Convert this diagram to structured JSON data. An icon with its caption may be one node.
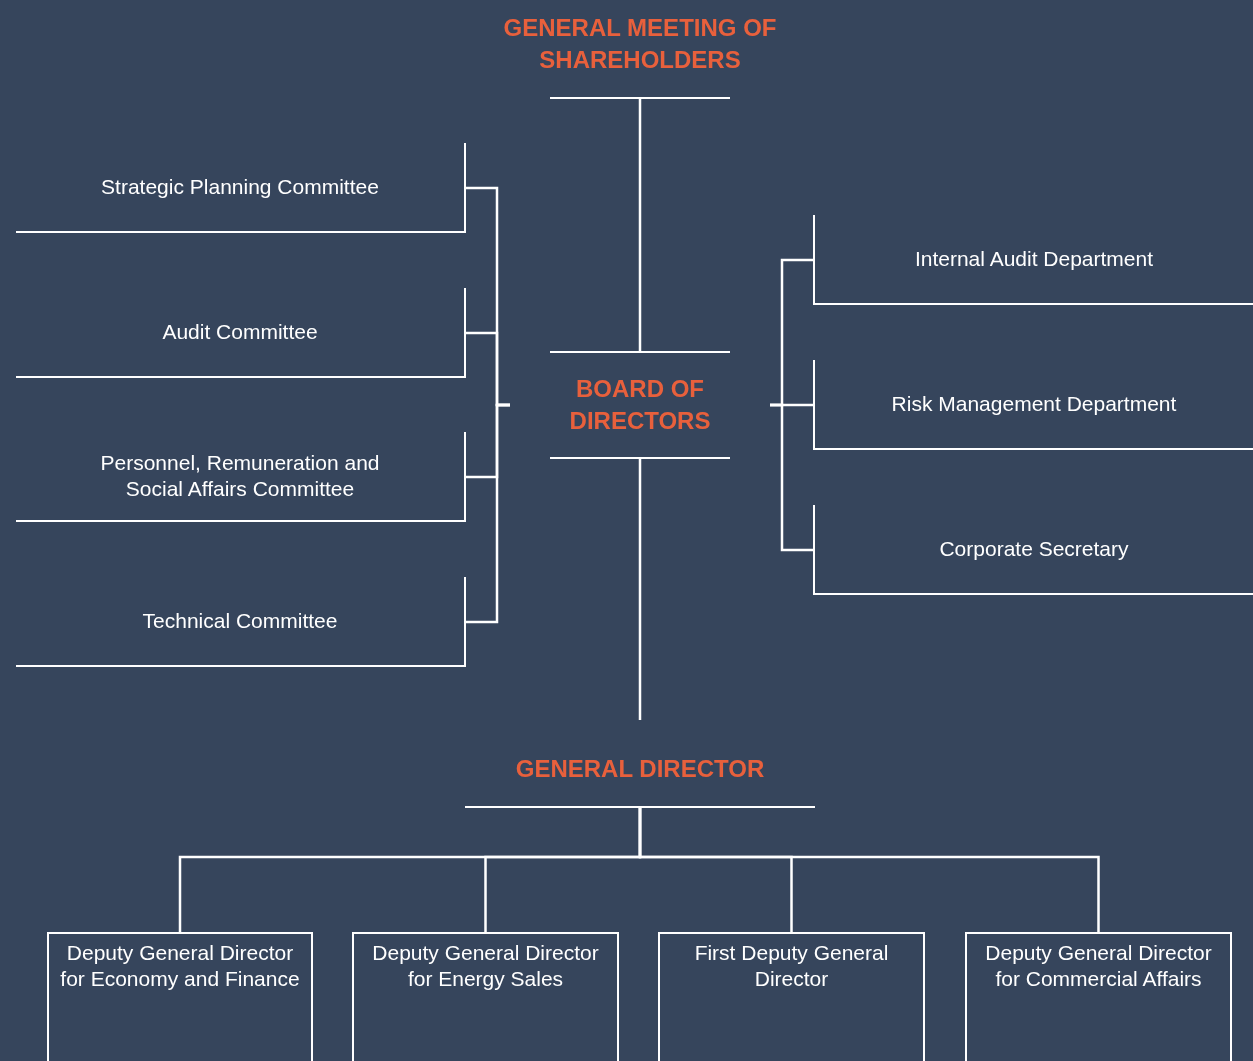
{
  "diagram": {
    "nodes": [
      {
        "text": [
          "GENERAL MEETING OF SHAREHOLDERS"
        ]
      },
      {
        "text": [
          "BOARD OF DIRECTORS"
        ]
      },
      {
        "text": [
          "GENERAL DIRECTOR"
        ]
      },
      {
        "text": [
          "Strategic Planning Committee"
        ]
      },
      {
        "text": [
          "Audit Committee"
        ]
      },
      {
        "text": [
          "Personnel, Remuneration and Social Affairs Committee"
        ]
      },
      {
        "text": [
          "Technical Committee"
        ]
      },
      {
        "text": [
          "Internal Audit Department"
        ]
      },
      {
        "text": [
          "Risk Management Department"
        ]
      },
      {
        "text": [
          "Corporate Secretary"
        ]
      },
      {
        "text": [
          "Deputy General Director for Economy and Finance"
        ]
      },
      {
        "text": [
          "Deputy General Director for Energy Sales"
        ]
      },
      {
        "text": [
          "First Deputy General Director"
        ]
      },
      {
        "text": [
          "Deputy General Director for Commercial Affairs"
        ]
      }
    ],
    "edges": [
      {
        "from": 0,
        "to": 1,
        "arrow": "none"
      },
      {
        "from": 1,
        "to": 3,
        "arrow": "none"
      },
      {
        "from": 1,
        "to": 4,
        "arrow": "none"
      },
      {
        "from": 1,
        "to": 5,
        "arrow": "none"
      },
      {
        "from": 1,
        "to": 6,
        "arrow": "none"
      },
      {
        "from": 1,
        "to": 7,
        "arrow": "none"
      },
      {
        "from": 1,
        "to": 8,
        "arrow": "none"
      },
      {
        "from": 1,
        "to": 9,
        "arrow": "none"
      },
      {
        "from": 1,
        "to": 2,
        "arrow": "none"
      },
      {
        "from": 2,
        "to": 10,
        "arrow": "none"
      },
      {
        "from": 2,
        "to": 11,
        "arrow": "none"
      },
      {
        "from": 2,
        "to": 12,
        "arrow": "none"
      },
      {
        "from": 2,
        "to": 13,
        "arrow": "none"
      }
    ]
  }
}
